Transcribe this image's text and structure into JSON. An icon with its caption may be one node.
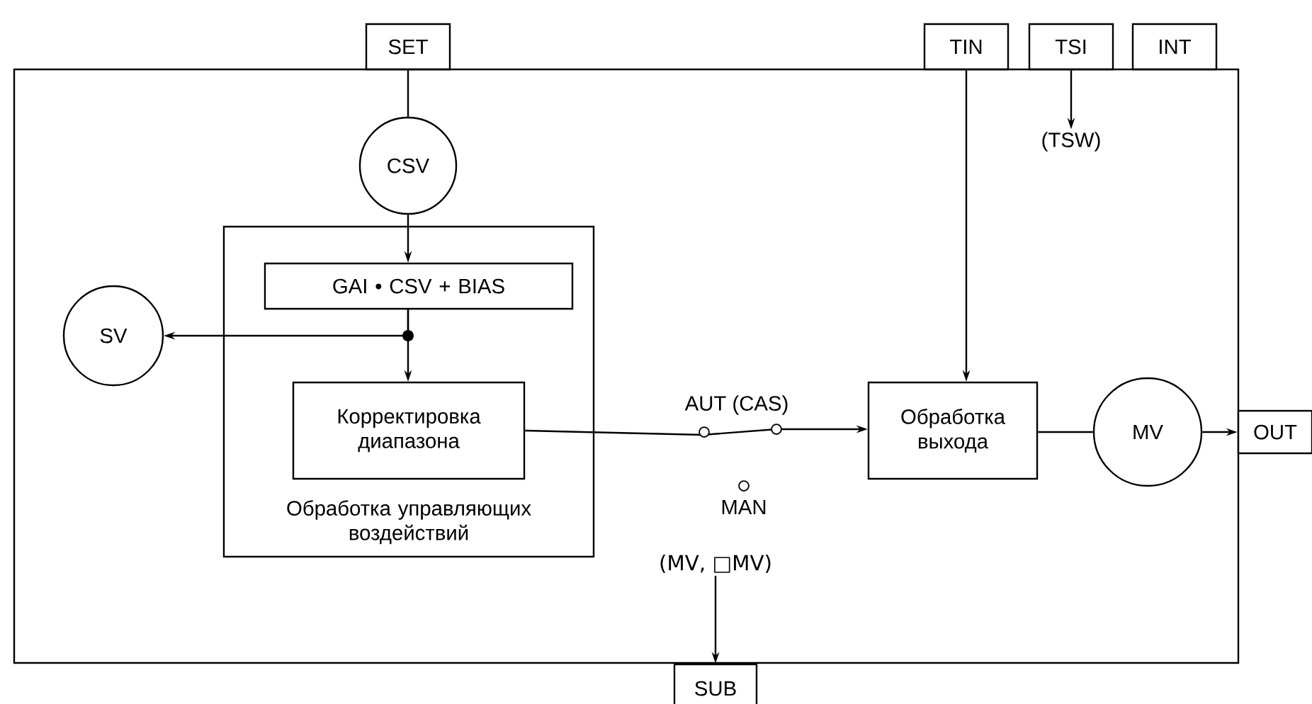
{
  "diagram": {
    "nodes": [
      {
        "text": [
          "SET"
        ]
      },
      {
        "text": [
          "TIN"
        ]
      },
      {
        "text": [
          "TSI"
        ]
      },
      {
        "text": [
          "INT"
        ]
      },
      {
        "text": [],
        "shape": "box"
      },
      {
        "text": [
          "CSV"
        ],
        "in": 4
      },
      {
        "text": [
          "Обработка управляющих воздействий"
        ],
        "in": 4
      },
      {
        "text": [
          "GAI • CSV + BIAS"
        ],
        "in": 6
      },
      {
        "text": [
          "SV"
        ],
        "in": 4
      },
      {
        "text": [
          "Корректировка диапазона"
        ],
        "in": 6
      },
      {
        "text": [
          "Обработка выхода"
        ],
        "in": 4
      },
      {
        "text": [
          "MV"
        ],
        "in": 4
      },
      {
        "text": [
          "OUT"
        ]
      },
      {
        "text": [
          "SUB"
        ]
      },
      {
        "text": [
          "(TSW)"
        ],
        "in": 4
      },
      {
        "text": [
          "(MV, □MV)"
        ],
        "in": 4
      }
    ],
    "edges": [
      {
        "from": 0,
        "to": 5,
        "arrow": "none"
      },
      {
        "from": 5,
        "to": 7,
        "arrow": "to"
      },
      {
        "from": 7,
        "to": 8,
        "arrow": "to"
      },
      {
        "from": 7,
        "to": 9,
        "arrow": "to"
      },
      {
        "from": 9,
        "to": 10,
        "arrow": "to"
      },
      {
        "from": 1,
        "to": 10,
        "arrow": "to"
      },
      {
        "from": 10,
        "to": 11,
        "arrow": "none"
      },
      {
        "from": 11,
        "to": 12,
        "arrow": "to"
      },
      {
        "from": 2,
        "to": 14,
        "arrow": "to"
      },
      {
        "from": 15,
        "to": 13,
        "arrow": "to"
      }
    ],
    "labels": [
      "AUT (CAS)",
      "MAN"
    ]
  }
}
